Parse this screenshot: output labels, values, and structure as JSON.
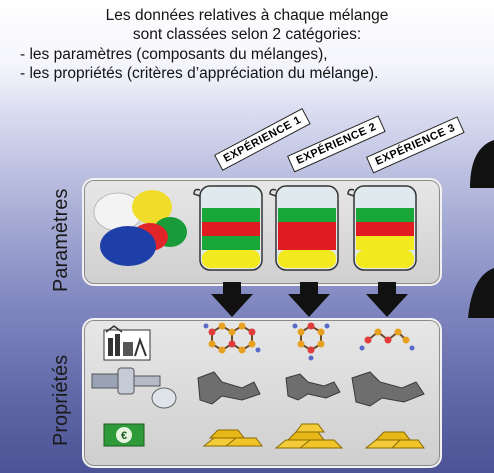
{
  "intro": {
    "line1": "Les données relatives à chaque mélange",
    "line2": "sont classées selon 2 catégories:",
    "line3": "- les paramètres (composants du mélanges),",
    "line4": "- les propriétés (critères d’appréciation du mélange)."
  },
  "labels": {
    "parametres": "Paramètres",
    "proprietes": "Propriétés"
  },
  "experiences": [
    "EXPÉRIENCE 1",
    "EXPÉRIENCE 2",
    "EXPÉRIENCE 3"
  ],
  "colors": {
    "beaker_green": "#18a83a",
    "beaker_red": "#e01c22",
    "beaker_yellow": "#f2ea1e",
    "gold": "#e8b818",
    "arrow": "#111111"
  },
  "icons": [
    "powder-blend-icon",
    "beaker-icon",
    "factory-icon",
    "bolt-fastener-icon",
    "banknote-euro-icon",
    "molecule-icon",
    "test-specimen-icon",
    "gold-bars-icon"
  ],
  "banknote_symbol": "€"
}
